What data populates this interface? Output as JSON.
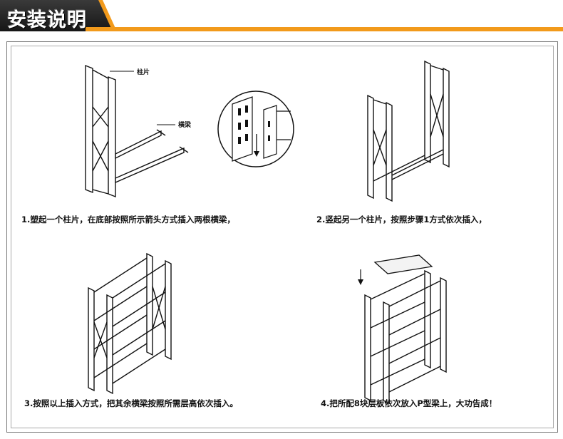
{
  "header": {
    "title": "安装说明"
  },
  "steps": [
    {
      "caption": "1.塑起一个柱片，在底部按照所示箭头方式插入两根横梁，",
      "labels": {
        "upright": "柱片",
        "beam": "横梁"
      }
    },
    {
      "caption": "2.竖起另一个柱片，按照步骤1方式依次插入，"
    },
    {
      "caption": "3.按照以上插入方式，把其余横梁按照所需层高依次插入。"
    },
    {
      "caption": "4.把所配8块层板依次放入P型梁上，大功告成！"
    }
  ],
  "colors": {
    "accent": "#f29a1b",
    "title_bg": "#222222"
  },
  "icons": [
    "shelf-diagram",
    "arrow-down-icon"
  ]
}
